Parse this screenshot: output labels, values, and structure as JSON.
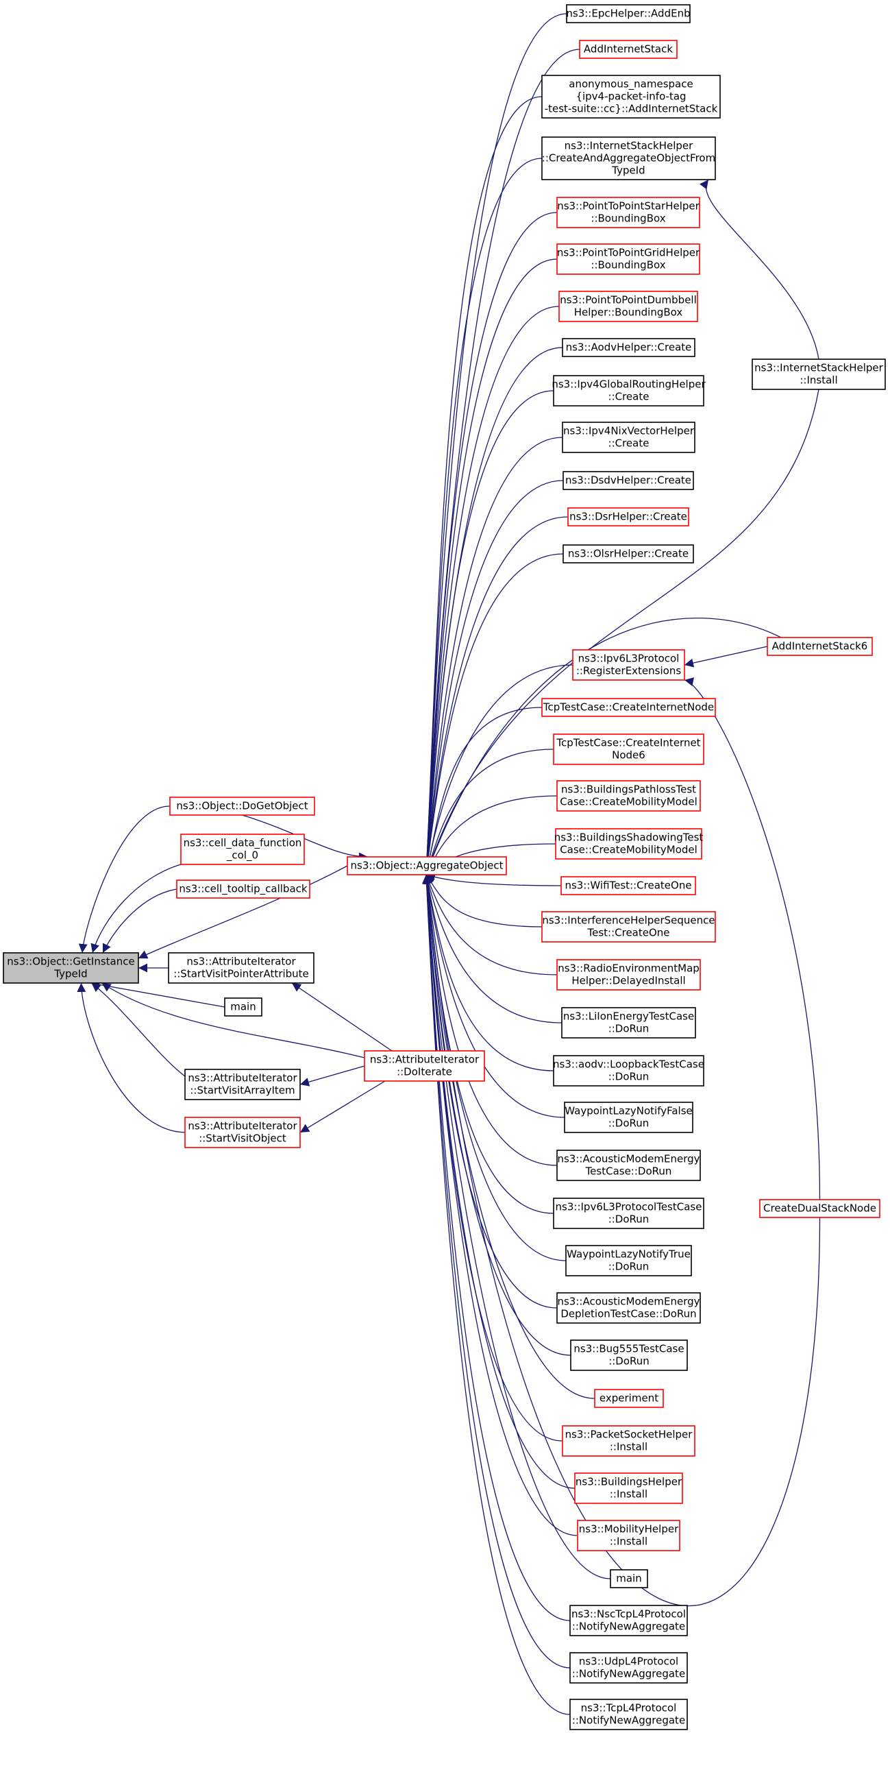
{
  "colors": {
    "edge": "#191970",
    "red_border": "#ff0000",
    "black_border": "#000000",
    "focus_fill": "#bfbfbf"
  },
  "nodes": {
    "get_instance_type_id": {
      "lines": [
        "ns3::Object::GetInstance",
        "TypeId"
      ],
      "border": "black",
      "focus": true
    },
    "do_get_object": {
      "lines": [
        "ns3::Object::DoGetObject"
      ],
      "border": "red"
    },
    "cell_data_function": {
      "lines": [
        "ns3::cell_data_function",
        "_col_0"
      ],
      "border": "red"
    },
    "cell_tooltip_callback": {
      "lines": [
        "ns3::cell_tooltip_callback"
      ],
      "border": "red"
    },
    "start_visit_pointer": {
      "lines": [
        "ns3::AttributeIterator",
        "::StartVisitPointerAttribute"
      ],
      "border": "black"
    },
    "main_left": {
      "lines": [
        "main"
      ],
      "border": "black"
    },
    "start_visit_array": {
      "lines": [
        "ns3::AttributeIterator",
        "::StartVisitArrayItem"
      ],
      "border": "black"
    },
    "start_visit_object": {
      "lines": [
        "ns3::AttributeIterator",
        "::StartVisitObject"
      ],
      "border": "red"
    },
    "do_iterate": {
      "lines": [
        "ns3::AttributeIterator",
        "::DoIterate"
      ],
      "border": "red"
    },
    "aggregate_object": {
      "lines": [
        "ns3::Object::AggregateObject"
      ],
      "border": "red"
    },
    "epc_add_enb": {
      "lines": [
        "ns3::EpcHelper::AddEnb"
      ],
      "border": "black"
    },
    "add_internet_stack": {
      "lines": [
        "AddInternetStack"
      ],
      "border": "red"
    },
    "anon_add_internet_stack": {
      "lines": [
        "anonymous_namespace",
        "{ipv4-packet-info-tag",
        "-test-suite::cc}::AddInternetStack"
      ],
      "border": "black"
    },
    "create_and_aggregate": {
      "lines": [
        "ns3::InternetStackHelper",
        "::CreateAndAggregateObjectFrom",
        "TypeId"
      ],
      "border": "black"
    },
    "p2p_star_bbox": {
      "lines": [
        "ns3::PointToPointStarHelper",
        "::BoundingBox"
      ],
      "border": "red"
    },
    "p2p_grid_bbox": {
      "lines": [
        "ns3::PointToPointGridHelper",
        "::BoundingBox"
      ],
      "border": "red"
    },
    "p2p_dumbbell_bbox": {
      "lines": [
        "ns3::PointToPointDumbbell",
        "Helper::BoundingBox"
      ],
      "border": "red"
    },
    "aodv_create": {
      "lines": [
        "ns3::AodvHelper::Create"
      ],
      "border": "black"
    },
    "ipv4_global_create": {
      "lines": [
        "ns3::Ipv4GlobalRoutingHelper",
        "::Create"
      ],
      "border": "black"
    },
    "ipv4_nix_create": {
      "lines": [
        "ns3::Ipv4NixVectorHelper",
        "::Create"
      ],
      "border": "black"
    },
    "dsdv_create": {
      "lines": [
        "ns3::DsdvHelper::Create"
      ],
      "border": "black"
    },
    "dsr_create": {
      "lines": [
        "ns3::DsrHelper::Create"
      ],
      "border": "red"
    },
    "olsr_create": {
      "lines": [
        "ns3::OlsrHelper::Create"
      ],
      "border": "black"
    },
    "ipv6l3_register": {
      "lines": [
        "ns3::Ipv6L3Protocol",
        "::RegisterExtensions"
      ],
      "border": "red"
    },
    "tcp_create_node": {
      "lines": [
        "TcpTestCase::CreateInternetNode"
      ],
      "border": "red"
    },
    "tcp_create_node6": {
      "lines": [
        "TcpTestCase::CreateInternet",
        "Node6"
      ],
      "border": "red"
    },
    "buildings_pathloss": {
      "lines": [
        "ns3::BuildingsPathlossTest",
        "Case::CreateMobilityModel"
      ],
      "border": "red"
    },
    "buildings_shadowing": {
      "lines": [
        "ns3::BuildingsShadowingTest",
        "Case::CreateMobilityModel"
      ],
      "border": "red"
    },
    "wifi_create_one": {
      "lines": [
        "ns3::WifiTest::CreateOne"
      ],
      "border": "red"
    },
    "interference_create_one": {
      "lines": [
        "ns3::InterferenceHelperSequence",
        "Test::CreateOne"
      ],
      "border": "red"
    },
    "radio_env_delayed": {
      "lines": [
        "ns3::RadioEnvironmentMap",
        "Helper::DelayedInstall"
      ],
      "border": "red"
    },
    "liion_dorun": {
      "lines": [
        "ns3::LiIonEnergyTestCase",
        "::DoRun"
      ],
      "border": "black"
    },
    "aodv_loopback_dorun": {
      "lines": [
        "ns3::aodv::LoopbackTestCase",
        "::DoRun"
      ],
      "border": "black"
    },
    "waypoint_false_dorun": {
      "lines": [
        "WaypointLazyNotifyFalse",
        "::DoRun"
      ],
      "border": "black"
    },
    "acoustic_energy_dorun": {
      "lines": [
        "ns3::AcousticModemEnergy",
        "TestCase::DoRun"
      ],
      "border": "black"
    },
    "ipv6l3_test_dorun": {
      "lines": [
        "ns3::Ipv6L3ProtocolTestCase",
        "::DoRun"
      ],
      "border": "black"
    },
    "waypoint_true_dorun": {
      "lines": [
        "WaypointLazyNotifyTrue",
        "::DoRun"
      ],
      "border": "black"
    },
    "acoustic_depletion_dorun": {
      "lines": [
        "ns3::AcousticModemEnergy",
        "DepletionTestCase::DoRun"
      ],
      "border": "black"
    },
    "bug555_dorun": {
      "lines": [
        "ns3::Bug555TestCase",
        "::DoRun"
      ],
      "border": "black"
    },
    "experiment": {
      "lines": [
        "experiment"
      ],
      "border": "red"
    },
    "packet_socket_install": {
      "lines": [
        "ns3::PacketSocketHelper",
        "::Install"
      ],
      "border": "red"
    },
    "buildings_install": {
      "lines": [
        "ns3::BuildingsHelper",
        "::Install"
      ],
      "border": "red"
    },
    "mobility_install": {
      "lines": [
        "ns3::MobilityHelper",
        "::Install"
      ],
      "border": "red"
    },
    "main_mid": {
      "lines": [
        "main"
      ],
      "border": "black"
    },
    "nsc_tcp_notify": {
      "lines": [
        "ns3::NscTcpL4Protocol",
        "::NotifyNewAggregate"
      ],
      "border": "black"
    },
    "udp_notify": {
      "lines": [
        "ns3::UdpL4Protocol",
        "::NotifyNewAggregate"
      ],
      "border": "black"
    },
    "tcp_notify": {
      "lines": [
        "ns3::TcpL4Protocol",
        "::NotifyNewAggregate"
      ],
      "border": "black"
    },
    "internet_stack_install": {
      "lines": [
        "ns3::InternetStackHelper",
        "::Install"
      ],
      "border": "black"
    },
    "add_internet_stack6": {
      "lines": [
        "AddInternetStack6"
      ],
      "border": "red"
    },
    "create_dual_stack": {
      "lines": [
        "CreateDualStackNode"
      ],
      "border": "red"
    }
  }
}
